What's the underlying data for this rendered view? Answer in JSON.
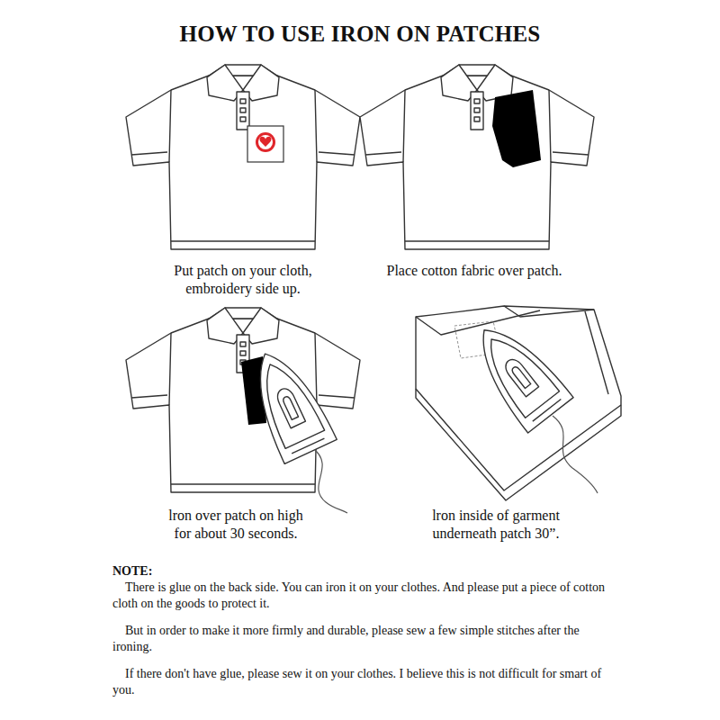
{
  "diagram": {
    "title": "HOW TO USE IRON ON PATCHES",
    "labels": [
      "Put patch on your cloth, embroidery side up.",
      "Place cotton fabric over patch.",
      "lron over patch on high for about 30 seconds.",
      "lron inside of garment underneath patch 30”.",
      "NOTE:",
      "There is glue on the back side. You can iron it on your clothes. And please put a piece of cotton cloth on the goods to protect it.",
      "But in order to make it more firmly and durable, please sew a few simple stitches after the ironing.",
      "If there don't have glue, please sew it on your clothes. I believe this is not difficult for smart of you."
    ]
  }
}
